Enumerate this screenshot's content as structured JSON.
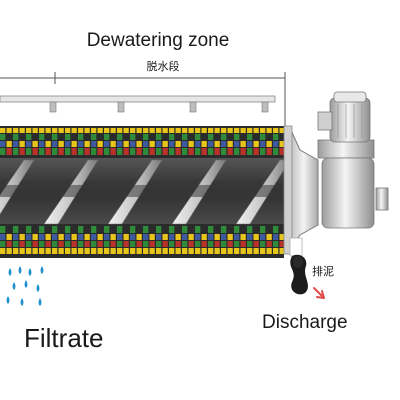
{
  "labels": {
    "zone_title": "Dewatering zone",
    "zone_subtitle": "脱水段",
    "sludge_label": "排泥",
    "filtrate": "Filtrate",
    "discharge": "Discharge"
  },
  "colors": {
    "ring_yellow": "#e8c51a",
    "ring_green": "#2f8a3a",
    "ring_blue": "#3d5a9e",
    "ring_red": "#b8322a",
    "ring_dark": "#2b2b2b",
    "water_drop": "#1e8fd0",
    "screw_shaft": "#333333",
    "housing_grey": "#d9d9d9",
    "sludge_dark": "#1c1c1c",
    "arrow_red": "#e04a4a"
  },
  "icons": {
    "motor": "gear-motor-icon",
    "spray": "spray-nozzle-icon",
    "drop": "water-drop-icon",
    "arrow": "discharge-arrow-icon"
  }
}
